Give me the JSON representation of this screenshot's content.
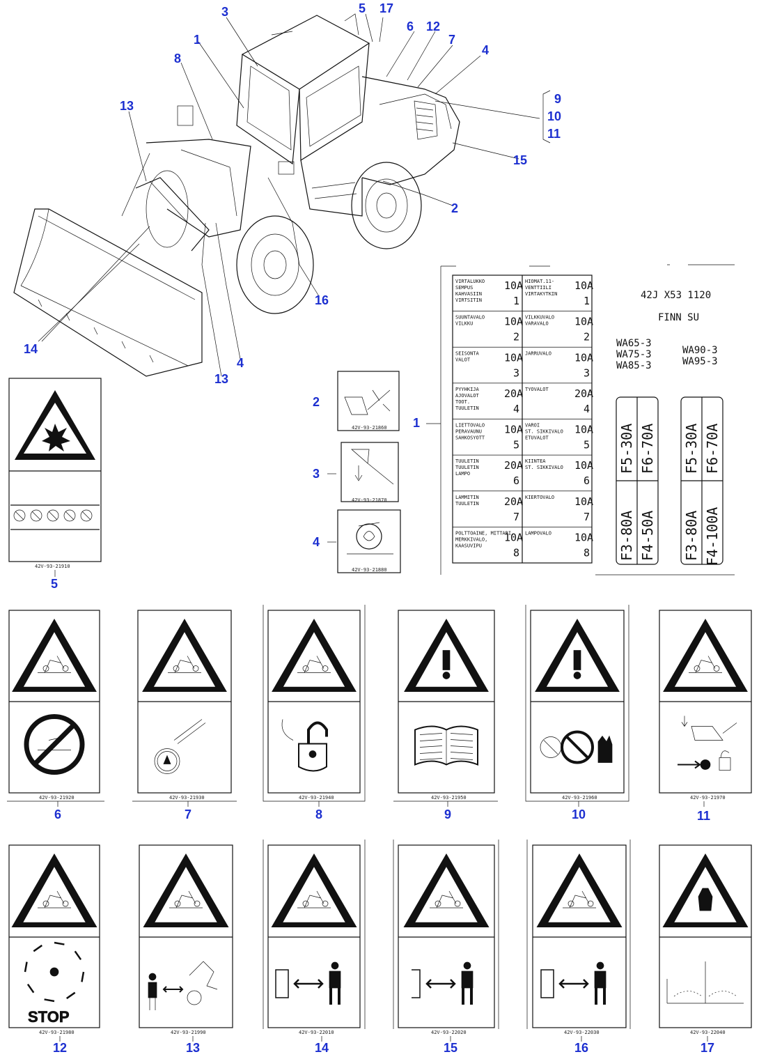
{
  "callouts": {
    "c1": "1",
    "c2": "2",
    "c3": "3",
    "c4": "4",
    "c5": "5",
    "c6": "6",
    "c7": "7",
    "c8": "8",
    "c9": "9",
    "c10": "10",
    "c11": "11",
    "c12": "12",
    "c13": "13",
    "c14": "14",
    "c15": "15",
    "c16": "16",
    "c17": "17"
  },
  "fuse_panel": {
    "part_no": "42J X53 1120",
    "variant": "FINN SU",
    "models_left": [
      "WA65-3",
      "WA75-3",
      "WA85-3"
    ],
    "models_right": [
      "WA90-3",
      "WA95-3"
    ],
    "left_fuses": [
      "F5-30A",
      "F6-70A",
      "F3-80A",
      "F4-50A"
    ],
    "right_fuses": [
      "F5-30A",
      "F6-70A",
      "F3-80A",
      "F4-100A"
    ]
  },
  "fuse_table": {
    "rows": [
      {
        "l_text": [
          "VIRTALUKKO",
          "SEMPUS",
          "KAHVASIIN",
          "VIRTSITIN"
        ],
        "l_amp": "10A",
        "l_no": "1",
        "r_text": [
          "HIOMAT.11-",
          "VENTTIILI",
          "VIRTAKYTKIN"
        ],
        "r_amp": "10A",
        "r_no": "1"
      },
      {
        "l_text": [
          "SUUNTAVALO",
          "VILKKU"
        ],
        "l_amp": "10A",
        "l_no": "2",
        "r_text": [
          "VILKKUVALO",
          "VARAVALO"
        ],
        "r_amp": "10A",
        "r_no": "2"
      },
      {
        "l_text": [
          "SEISONTA",
          "VALOT"
        ],
        "l_amp": "10A",
        "l_no": "3",
        "r_text": [
          "JARRUVALO"
        ],
        "r_amp": "10A",
        "r_no": "3"
      },
      {
        "l_text": [
          "PYYHKIJA",
          "AJOVALOT",
          "TOOT.",
          "TUULETIN"
        ],
        "l_amp": "20A",
        "l_no": "4",
        "r_text": [
          "TYOVALOT"
        ],
        "r_amp": "20A",
        "r_no": "4"
      },
      {
        "l_text": [
          "LIETTOVALO",
          "PERAVAUNU",
          "SAHKOSYOTT"
        ],
        "l_amp": "10A",
        "l_no": "5",
        "r_text": [
          "VAROI",
          "ST. SIKKIVALO",
          "ETUVALOT"
        ],
        "r_amp": "10A",
        "r_no": "5"
      },
      {
        "l_text": [
          "TUULETIN",
          "TUULETIN",
          "LAMPO"
        ],
        "l_amp": "20A",
        "l_no": "6",
        "r_text": [
          "KIINTEA",
          "ST. SIKKIVALO"
        ],
        "r_amp": "10A",
        "r_no": "6"
      },
      {
        "l_text": [
          "LAMMITIN",
          "TUULETIN"
        ],
        "l_amp": "20A",
        "l_no": "7",
        "r_text": [
          "KIERTOVALO"
        ],
        "r_amp": "10A",
        "r_no": "7"
      },
      {
        "l_text": [
          "POLTTOAINE, MITTARI,",
          "MERKKIVALO,",
          "KAASUVIPU"
        ],
        "l_amp": "10A",
        "l_no": "8",
        "r_text": [
          "LAMPOVALO"
        ],
        "r_amp": "10A",
        "r_no": "8"
      }
    ]
  },
  "label_codes": {
    "l2": "42V-93-21860",
    "l3": "42V-93-21870",
    "l4": "42V-93-21880",
    "l5": "42V-93-21910",
    "l6": "42V-93-21920",
    "l7": "42V-93-21930",
    "l8": "42V-93-21940",
    "l9": "42V-93-21950",
    "l10": "42V-93-21960",
    "l11": "42V-93-21970",
    "l12": "42V-93-21980",
    "l13": "42V-93-21990",
    "l14": "42V-93-22010",
    "l15": "42V-93-22020",
    "l16": "42V-93-22030",
    "l17": "42V-93-22040"
  },
  "stop_text": "STOP",
  "colors": {
    "callout": "#1c2fd0",
    "line": "#111111"
  },
  "icons": {
    "loader": "wheel-loader-drawing",
    "l5": "explosion-warning-icon",
    "l6": "hot-surface-warning-icon",
    "l7": "brake-oil-icon",
    "l8": "lock-icon",
    "l9": "read-manual-icon",
    "l10": "no-touch-icon",
    "l11": "lock-frame-icon",
    "l12": "rotating-fan-stop-icon",
    "l13": "crush-hazard-icon",
    "l14": "keep-distance-icon",
    "l15": "keep-distance-icon",
    "l16": "keep-distance-icon",
    "l17": "stop-hand-icon"
  }
}
